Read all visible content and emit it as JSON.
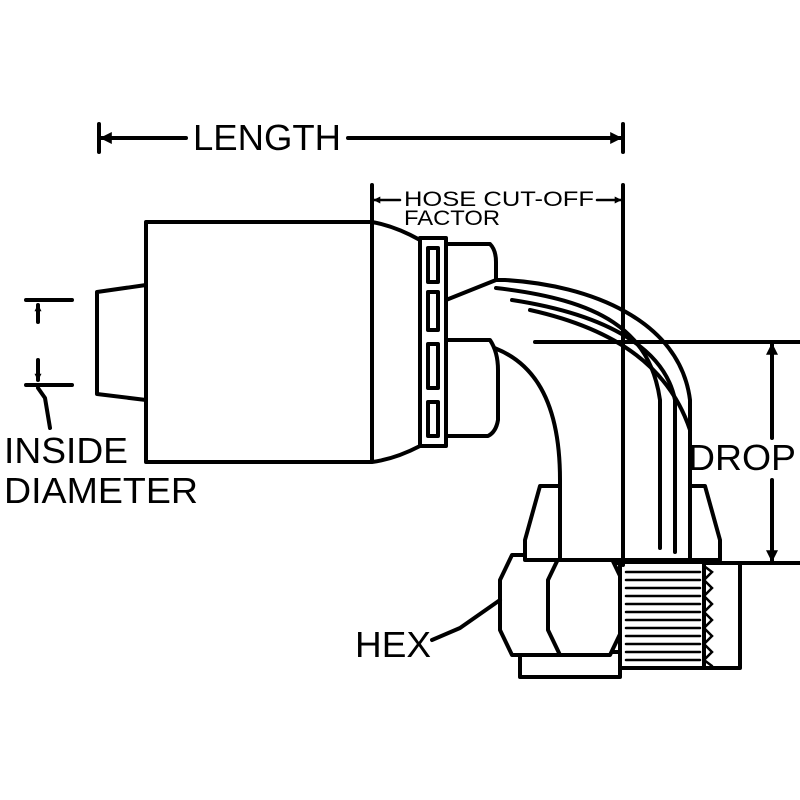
{
  "labels": {
    "length": "LENGTH",
    "hose_cutoff_line1": "HOSE CUT-OFF",
    "hose_cutoff_line2": "FACTOR",
    "drop": "DROP",
    "inside_line1": "INSIDE",
    "inside_line2": "DIAMETER",
    "hex": "HEX"
  }
}
